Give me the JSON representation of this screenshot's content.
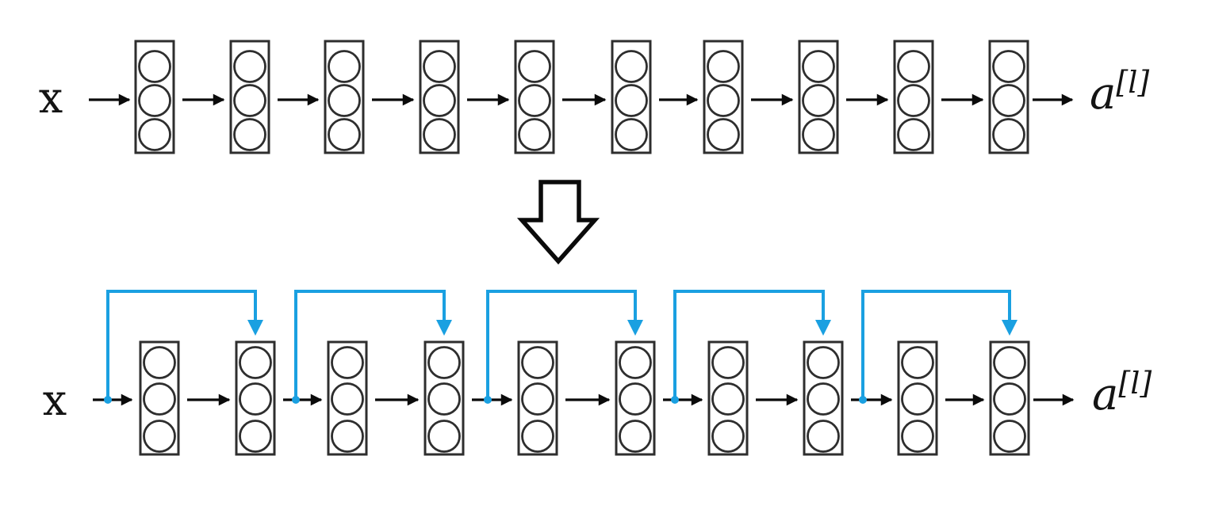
{
  "figure": {
    "background_color": "#ffffff",
    "line_color": "#0b0b0b",
    "box_outline_color": "#2e2e2e",
    "skip_connection_color": "#1AA0E1",
    "plain_network": {
      "input_label": "x",
      "output_label_base": "a",
      "output_label_superscript": "[l]",
      "num_layers": 10,
      "neurons_per_layer": 3,
      "skip_connections": []
    },
    "residual_network": {
      "input_label": "x",
      "output_label_base": "a",
      "output_label_superscript": "[l]",
      "num_layers": 10,
      "neurons_per_layer": 3,
      "skip_connections": [
        {
          "from_input_of_layer": 1,
          "to_layer": 2
        },
        {
          "from_input_of_layer": 3,
          "to_layer": 4
        },
        {
          "from_input_of_layer": 5,
          "to_layer": 6
        },
        {
          "from_input_of_layer": 7,
          "to_layer": 8
        },
        {
          "from_input_of_layer": 9,
          "to_layer": 10
        }
      ]
    },
    "icons": {
      "transform_arrow": "big-hollow-down-arrow-icon"
    }
  }
}
